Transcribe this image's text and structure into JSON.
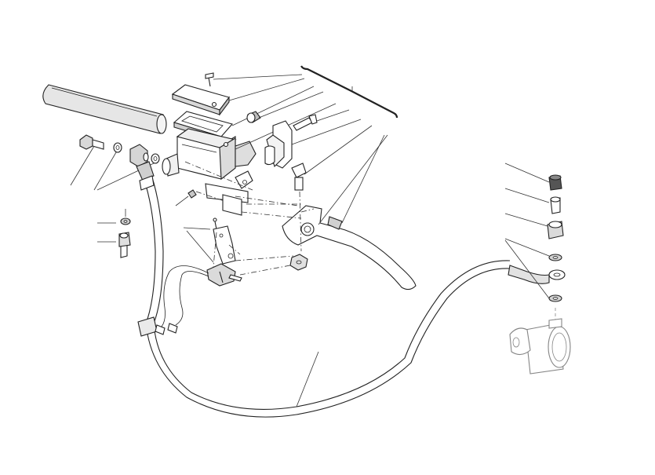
{
  "diagram": {
    "background": "#ffffff",
    "line_color": "#222222",
    "parts": [
      "handlebar-tube",
      "master-cylinder-cap",
      "master-cylinder-gasket",
      "master-cylinder-body",
      "clamp-bracket",
      "clutch-lever",
      "banjo-bolt",
      "washer",
      "union-fitting",
      "microswitch",
      "clutch-hose",
      "bleed-screw",
      "slave-cylinder"
    ]
  }
}
